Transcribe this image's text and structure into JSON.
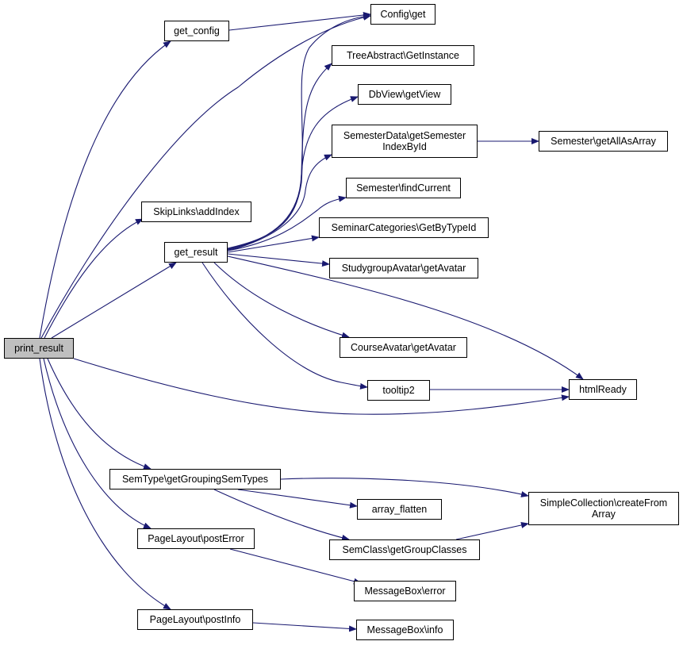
{
  "colors": {
    "edge": "#191970",
    "root_fill": "#bfbfbf",
    "node_fill": "#ffffff",
    "border": "#000000"
  },
  "nodes": {
    "print_result": "print_result",
    "get_config": "get_config",
    "config_get": "Config\\get",
    "tree_getinstance": "TreeAbstract\\GetInstance",
    "dbview_getview": "DbView\\getView",
    "semesterdata_getindex": "SemesterData\\getSemester\nIndexById",
    "semester_getallasarray": "Semester\\getAllAsArray",
    "semester_findcurrent": "Semester\\findCurrent",
    "skiplinks_addindex": "SkipLinks\\addIndex",
    "seminarcategories_getbytypeid": "SeminarCategories\\GetByTypeId",
    "get_result": "get_result",
    "studygroupavatar_getavatar": "StudygroupAvatar\\getAvatar",
    "courseavatar_getavatar": "CourseAvatar\\getAvatar",
    "tooltip2": "tooltip2",
    "htmlready": "htmlReady",
    "semtype_getgroupingsemtypes": "SemType\\getGroupingSemTypes",
    "simplecollection_createfromarray": "SimpleCollection\\createFrom\nArray",
    "array_flatten": "array_flatten",
    "semclass_getgroupclasses": "SemClass\\getGroupClasses",
    "pagelayout_posterror": "PageLayout\\postError",
    "messagebox_error": "MessageBox\\error",
    "pagelayout_postinfo": "PageLayout\\postInfo",
    "messagebox_info": "MessageBox\\info"
  }
}
